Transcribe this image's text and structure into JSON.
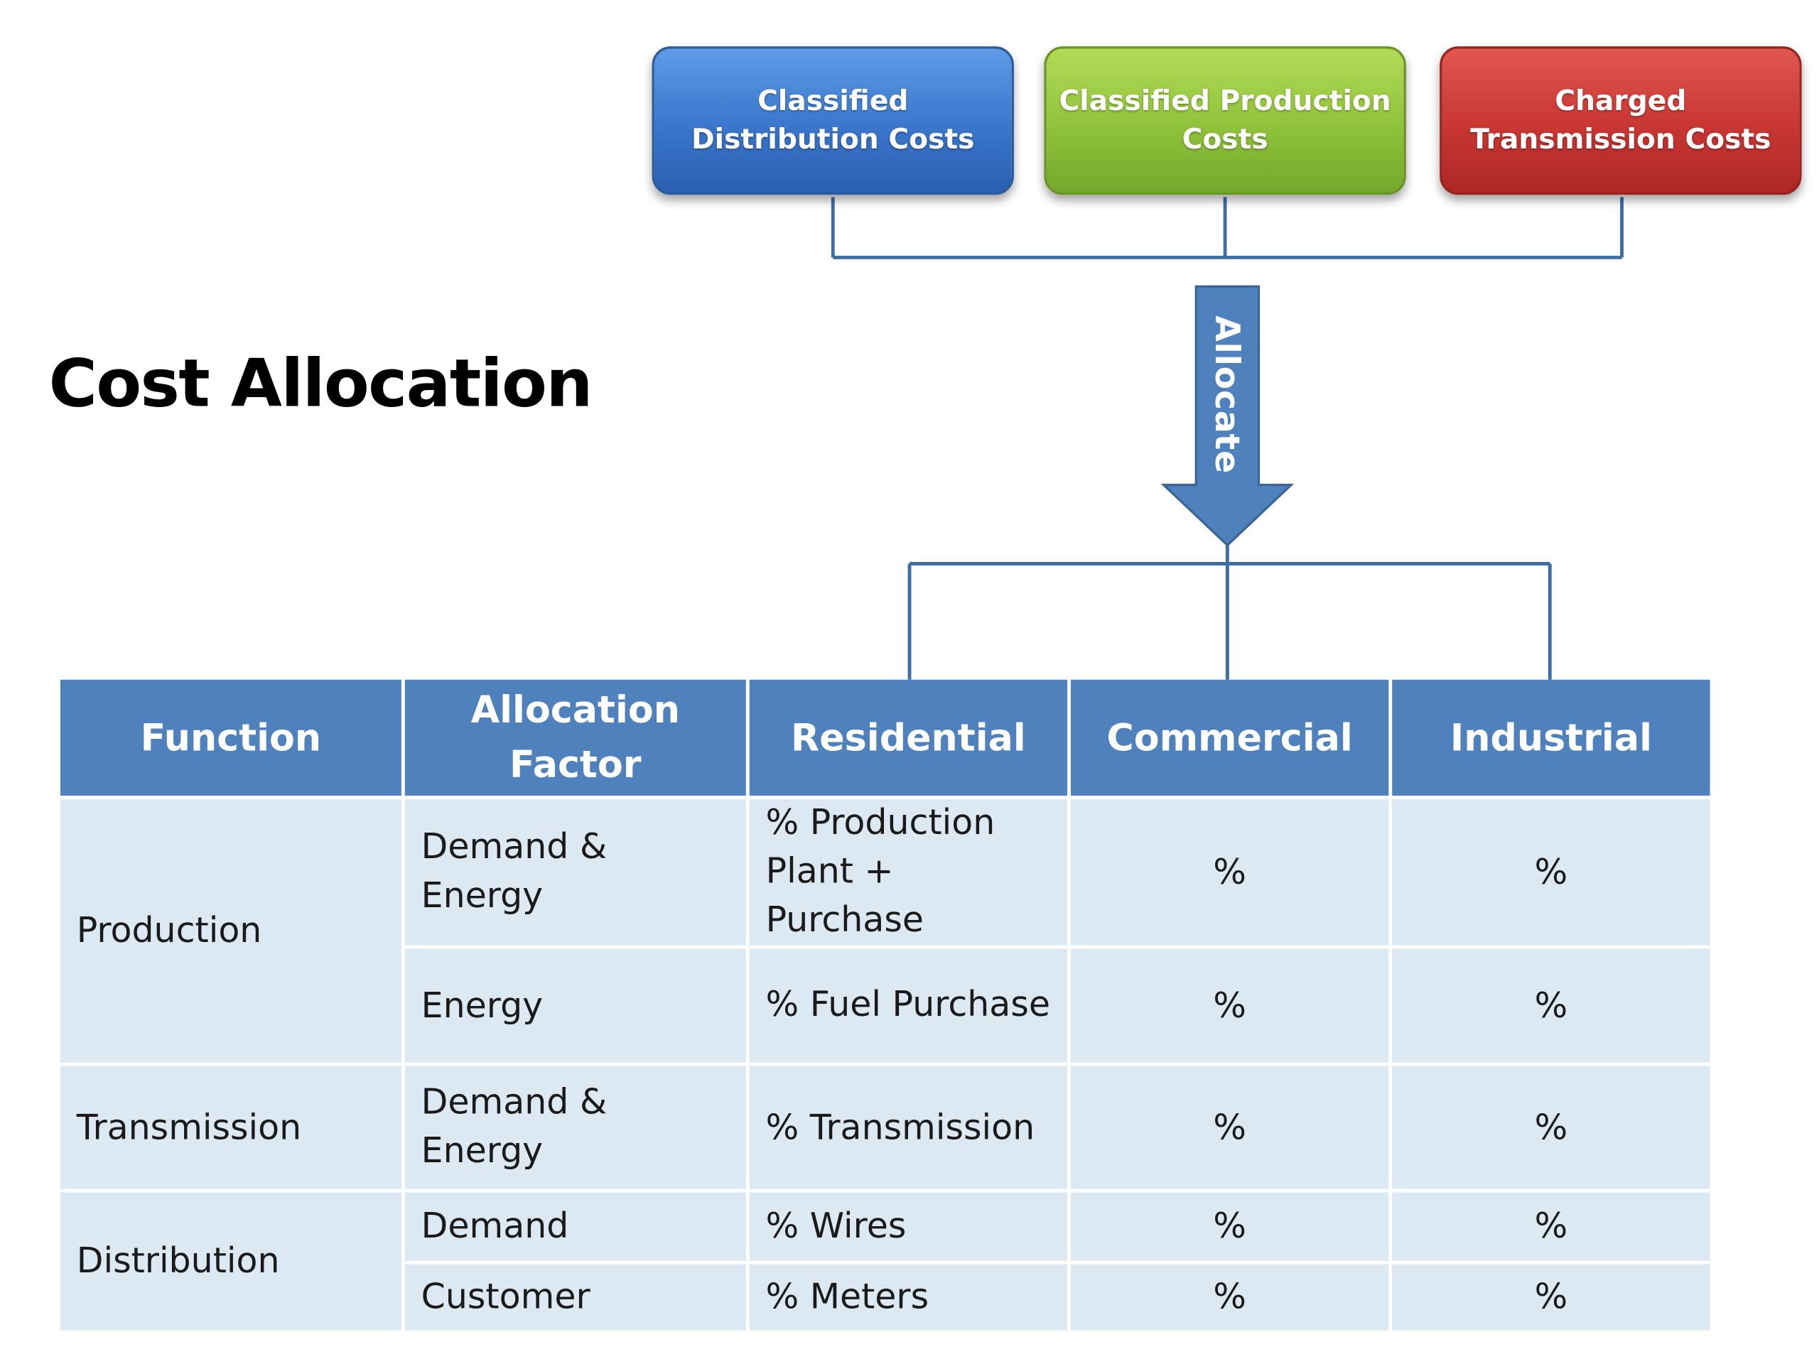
{
  "title": "Cost Allocation",
  "cost_boxes": [
    {
      "label": "Classified Distribution Costs",
      "color": "#3a76cb"
    },
    {
      "label": "Classified Production Costs",
      "color": "#8fc23a"
    },
    {
      "label": "Charged Transmission Costs",
      "color": "#c83632"
    }
  ],
  "arrow_label": "Allocate",
  "table": {
    "headers": [
      "Function",
      "Allocation Factor",
      "Residential",
      "Commercial",
      "Industrial"
    ],
    "header_color": "#4f81bd",
    "rows": [
      {
        "function": "Production",
        "factor": "Demand & Energy",
        "residential": "% Production Plant + Purchase",
        "commercial": "%",
        "industrial": "%"
      },
      {
        "function": "Production",
        "factor": "Energy",
        "residential": "% Fuel Purchase",
        "commercial": "%",
        "industrial": "%"
      },
      {
        "function": "Transmission",
        "factor": "Demand & Energy",
        "residential": "% Transmission",
        "commercial": "%",
        "industrial": "%"
      },
      {
        "function": "Distribution",
        "factor": "Demand",
        "residential": "% Wires",
        "commercial": "%",
        "industrial": "%"
      },
      {
        "function": "Distribution",
        "factor": "Customer",
        "residential": "% Meters",
        "commercial": "%",
        "industrial": "%"
      }
    ]
  }
}
